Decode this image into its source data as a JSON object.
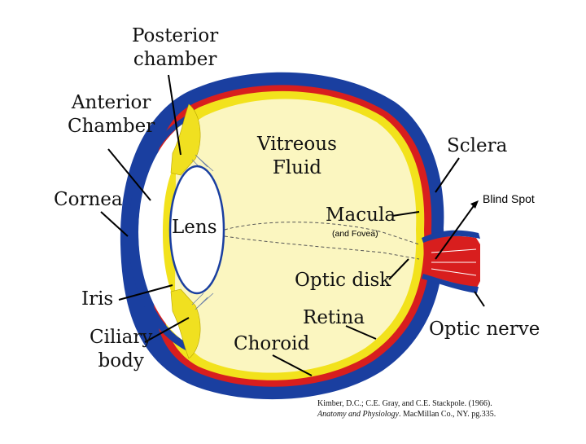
{
  "labels": {
    "posterior_chamber": [
      "Posterior",
      "chamber"
    ],
    "anterior_chamber": [
      "Anterior",
      "Chamber"
    ],
    "cornea": "Cornea",
    "lens": "Lens",
    "iris": "Iris",
    "ciliary_body": [
      "Ciliary",
      "body"
    ],
    "vitreous_fluid": [
      "Vitreous",
      "Fluid"
    ],
    "macula": "Macula",
    "fovea_note": "(and Fovea)",
    "optic_disk": "Optic disk",
    "retina": "Retina",
    "choroid": "Choroid",
    "sclera": "Sclera",
    "blind_spot": "Blind Spot",
    "optic_nerve": "Optic nerve"
  },
  "citation": {
    "line1": "Kimber, D.C.; C.E. Gray, and C.E. Stackpole. (1966).",
    "title": "Anatomy and Physiology",
    "line2_rest": ". MacMillan Co., NY. pg.335."
  },
  "colors": {
    "sclera": "#1a3fa0",
    "choroid": "#d81e1e",
    "retina": "#f2e21c",
    "vitreous": "#fbf6c0",
    "ciliary": "#f0e020",
    "optic_nerve": "#d81e1e"
  }
}
